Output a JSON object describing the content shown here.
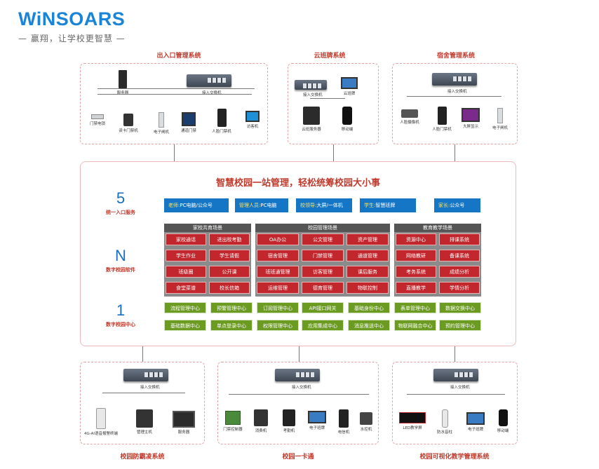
{
  "brand": {
    "logo": "WiNSOARS",
    "slogan": "— 赢翔，让学校更智慧 —"
  },
  "colors": {
    "brand_blue": "#1a84d8",
    "title_red": "#c0392b",
    "module_red": "#c1272d",
    "module_green": "#6c9b22",
    "role_blue": "#1676c6"
  },
  "top_systems": [
    {
      "title": "出入口管理系统",
      "switch_label": "接入交换机",
      "server_label": "服务器",
      "devices": [
        "门禁电锁",
        "读卡门禁机",
        "电子闸机",
        "通道门禁",
        "人脸门禁机",
        "访客机"
      ]
    },
    {
      "title": "云班牌系统",
      "switch_label": "接入交换机",
      "screen_label": "云班牌",
      "devices": [
        "云班服务器",
        "移动端"
      ]
    },
    {
      "title": "宿舍管理系统",
      "switch_label": "接入交换机",
      "devices": [
        "人脸摄像机",
        "人脸门禁机",
        "大屏显示",
        "电子闸机"
      ]
    }
  ],
  "main": {
    "headline": "智慧校园一站管理，轻松统筹校园大小事",
    "tiers": [
      {
        "num": "5",
        "label": "统一入口服务"
      },
      {
        "num": "N",
        "label": "数字校园软件"
      },
      {
        "num": "1",
        "label": "数字校园中心"
      }
    ],
    "entries": [
      {
        "role": "老师:",
        "text": "PC电脑/公众号"
      },
      {
        "role": "管理人员:",
        "text": "PC电脑"
      },
      {
        "role": "校领导:",
        "text": "大屏/一体机"
      },
      {
        "role": "学生:",
        "text": "智慧班牌"
      },
      {
        "role": "家长:",
        "text": "公众号"
      }
    ],
    "groups": [
      {
        "name": "家校共育场景",
        "items": [
          "家校通话",
          "进出校考勤",
          "学生作业",
          "学生请假",
          "班级圈",
          "公开课",
          "食堂菜谱",
          "校长信箱"
        ]
      },
      {
        "name": "校园管理场景",
        "items": [
          "OA办公",
          "公文管理",
          "资产管理",
          "宿舍管理",
          "门禁管理",
          "通道管理",
          "班班通管理",
          "访客管理",
          "课后服务",
          "运维管理",
          "德育管理",
          "物联控制"
        ]
      },
      {
        "name": "教育教学场景",
        "items": [
          "资源中心",
          "排课系统",
          "网络教研",
          "备课系统",
          "考务系统",
          "成绩分析",
          "直播教学",
          "学情分析"
        ]
      }
    ],
    "center_row1": [
      "流程管理中心",
      "预警管理中心",
      "订阅管理中心",
      "API接口网关",
      "基础身份中心",
      "表单管理中心",
      "数据交换中心"
    ],
    "center_row2": [
      "基础数据中心",
      "单点登录中心",
      "权限管理中心",
      "应用集成中心",
      "消息推送中心",
      "物联网融合中心",
      "预约管理中心"
    ]
  },
  "bottom_systems": [
    {
      "title": "校园防霸凌系统",
      "switch_label": "接入交换机",
      "devices": [
        "4G-AI语音报警终端",
        "管理主机",
        "服务器"
      ]
    },
    {
      "title": "校园一卡通",
      "switch_label": "接入交换机",
      "devices": [
        "门禁控制器",
        "消费机",
        "考勤机",
        "电子班牌",
        "电信机",
        "水控机"
      ]
    },
    {
      "title": "校园可视化教学管理系统",
      "switch_label": "接入交换机",
      "devices": [
        "LED教学屏",
        "防水音柱",
        "电子班牌",
        "移动端"
      ]
    }
  ]
}
